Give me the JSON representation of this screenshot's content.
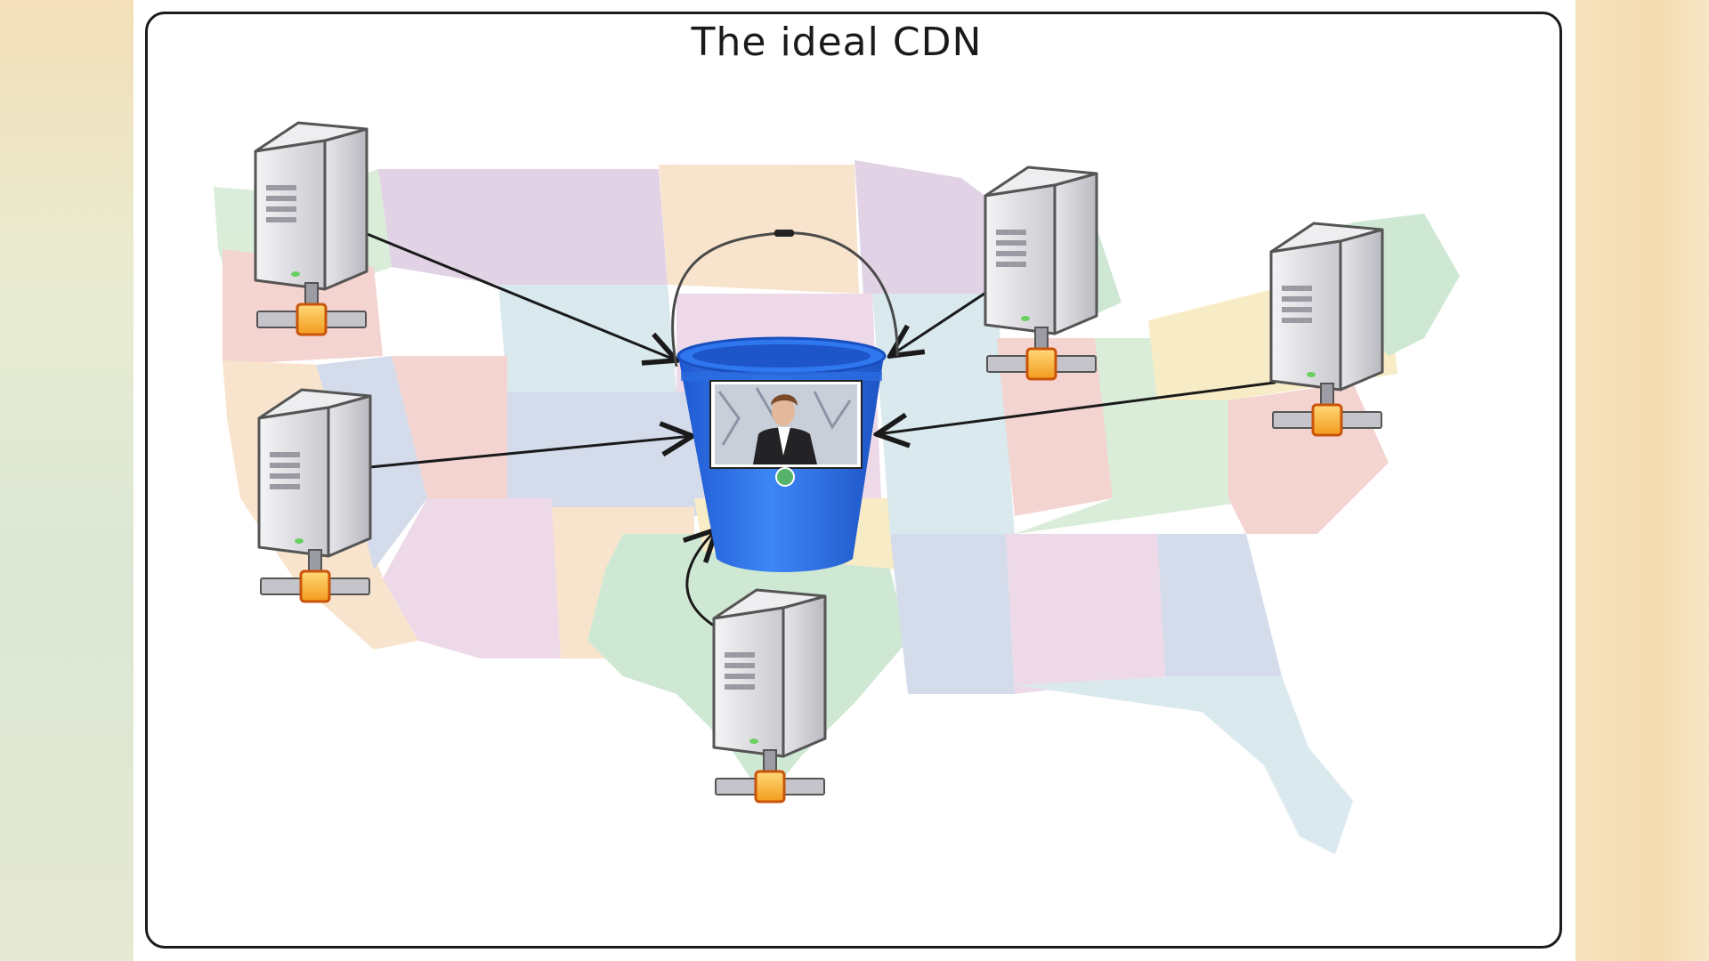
{
  "slide": {
    "title": "The ideal CDN"
  },
  "background": {
    "map": "united-states-map",
    "colors": [
      "#cfe8cf",
      "#f2c9c3",
      "#d9c7de",
      "#cfe3ea",
      "#f7ddbe",
      "#c9d3e6",
      "#f5e7b5",
      "#c2e2c8",
      "#e9cfe2"
    ]
  },
  "nodes": {
    "center": {
      "name": "bucket",
      "color": "#2a6fe6",
      "video_thumbnail": "rick-astley"
    },
    "servers": [
      {
        "name": "server-northwest",
        "icon": "server-icon"
      },
      {
        "name": "server-southwest",
        "icon": "server-icon"
      },
      {
        "name": "server-south",
        "icon": "server-icon"
      },
      {
        "name": "server-north",
        "icon": "server-icon"
      },
      {
        "name": "server-east",
        "icon": "server-icon"
      }
    ]
  }
}
